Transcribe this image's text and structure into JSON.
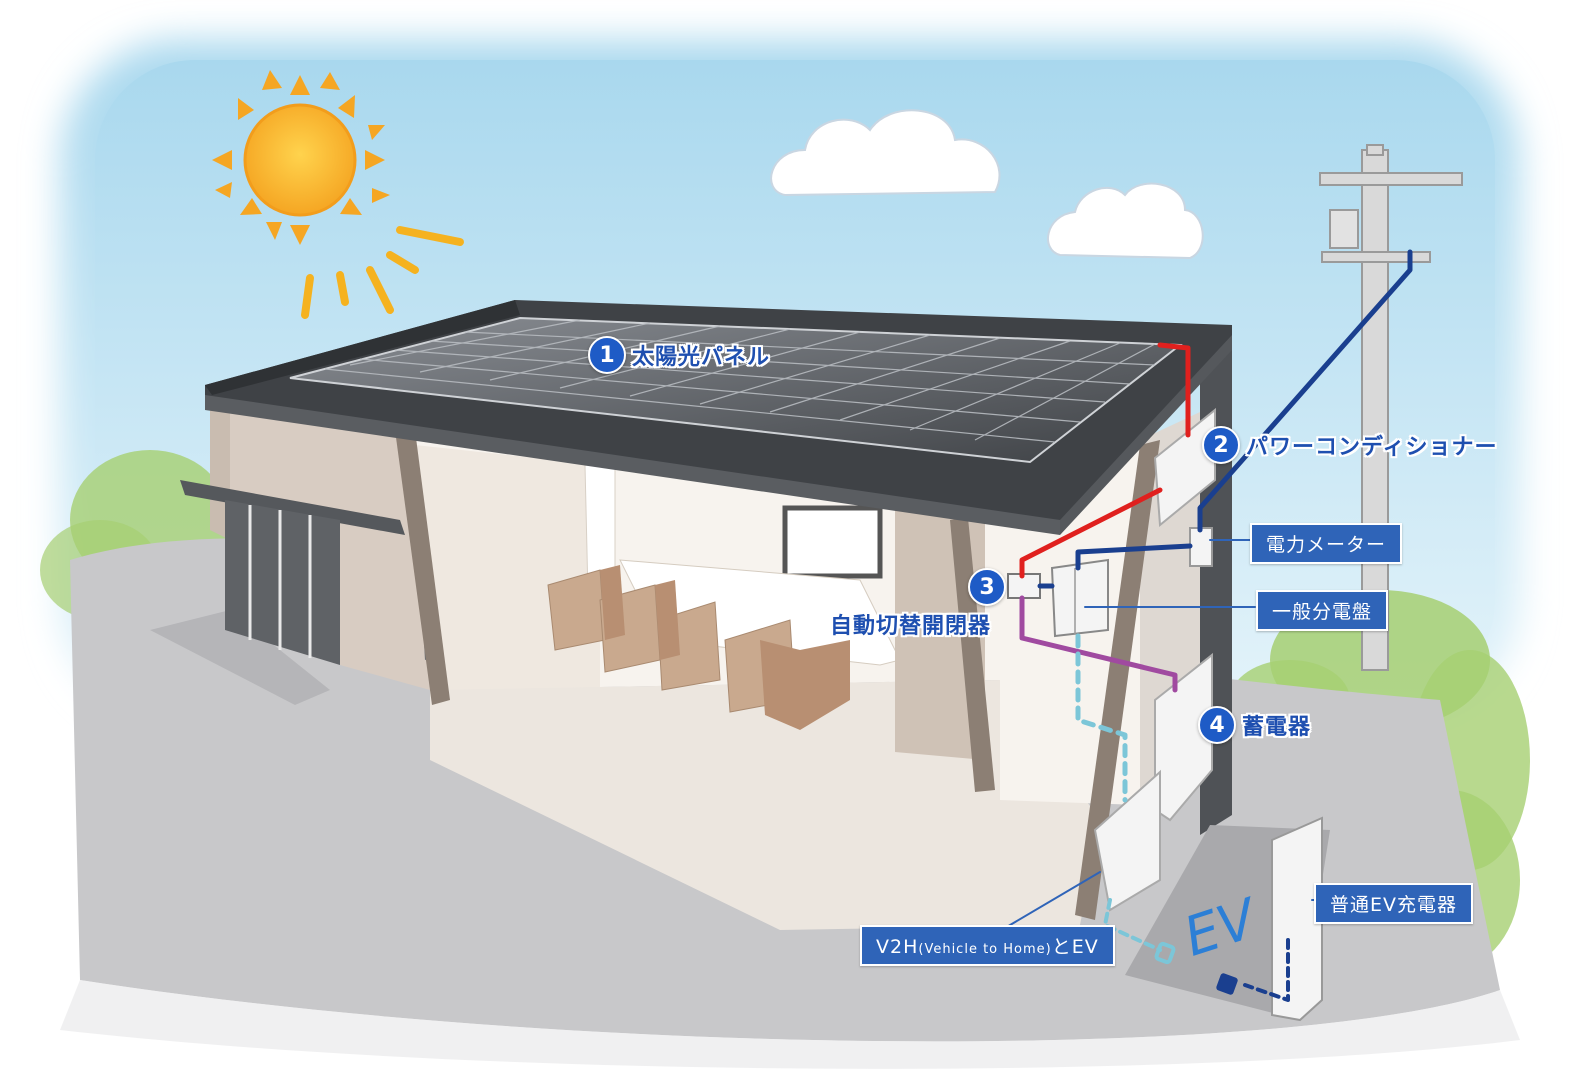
{
  "labels": {
    "solar_panel": {
      "number": "1",
      "text": "太陽光パネル"
    },
    "power_conditioner": {
      "number": "2",
      "text": "パワーコンディショナー"
    },
    "transfer_switch": {
      "number": "3",
      "text": "自動切替開閉器"
    },
    "storage_battery": {
      "number": "4",
      "text": "蓄電器"
    },
    "power_meter": "電力メーター",
    "distribution_board": "一般分電盤",
    "v2h": {
      "prefix": "V2H",
      "middle": "(Vehicle to Home)",
      "suffix": "とEV"
    },
    "ev_charger": "普通EV充電器",
    "ev_floor_mark": "EV"
  },
  "colors": {
    "sky": "#b9def0",
    "ground": "#c9c9cb",
    "roof_panel": "#4a4d52",
    "line_red": "#e0201e",
    "line_blue": "#1a3f8f",
    "line_purple": "#a04aa0",
    "line_cyan": "#7cc6d8",
    "label_blue": "#2f64b8"
  }
}
